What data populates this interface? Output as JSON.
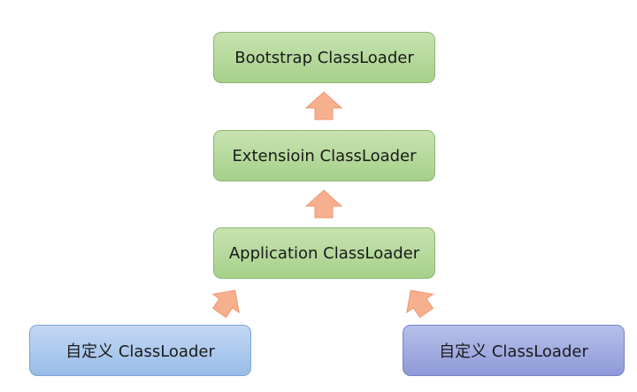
{
  "nodes": {
    "bootstrap": "Bootstrap ClassLoader",
    "extension": "Extensioin ClassLoader",
    "application": "Application ClassLoader",
    "custom_left": "自定义 ClassLoader",
    "custom_right": "自定义 ClassLoader"
  },
  "colors": {
    "arrow_fill": "#f7b08d",
    "arrow_stroke": "#f09670",
    "green": "#b7da9c",
    "blue": "#afcaee",
    "purple": "#a3ade1"
  }
}
